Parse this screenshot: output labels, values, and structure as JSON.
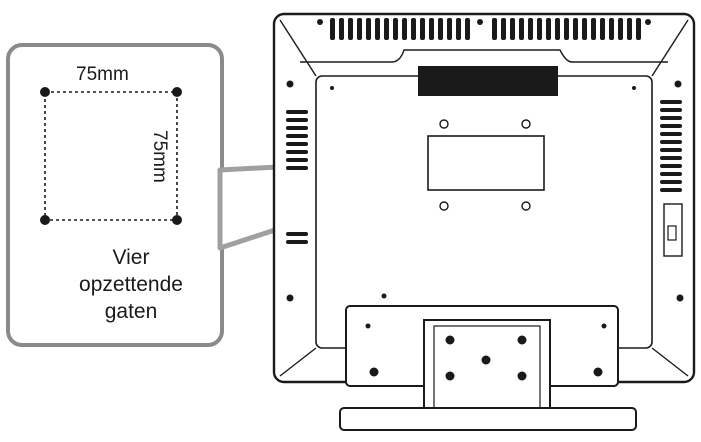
{
  "callout": {
    "width_label": "75mm",
    "height_label": "75mm",
    "caption_lines": [
      "Vier",
      "opzettende",
      "gaten"
    ]
  },
  "colors": {
    "line": "#1a1a1a",
    "callout_border": "#8a8a8a",
    "pointer": "#a0a0a0",
    "background": "#ffffff"
  }
}
